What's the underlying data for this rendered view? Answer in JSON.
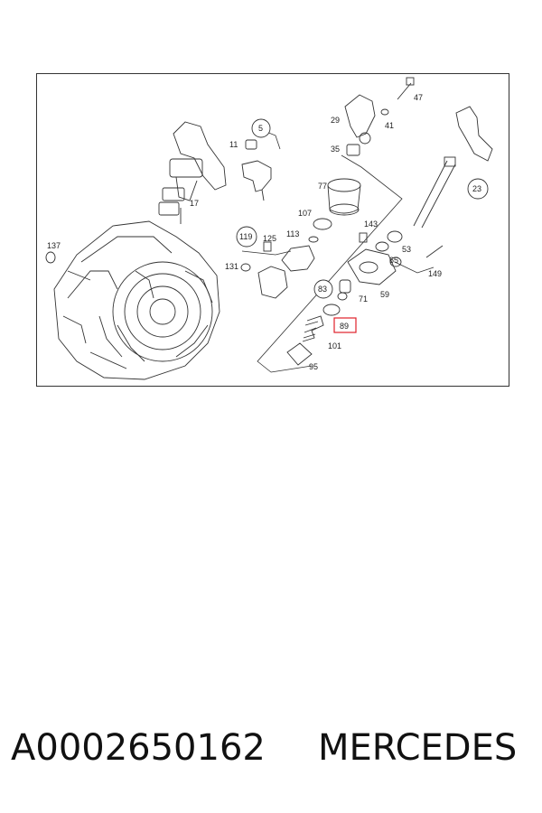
{
  "callouts": {
    "c47": "47",
    "c29": "29",
    "c41": "41",
    "c5": "5",
    "c11": "11",
    "c35": "35",
    "c77": "77",
    "c23": "23",
    "c17": "17",
    "c107": "107",
    "c143": "143",
    "c119": "119",
    "c125": "125",
    "c113": "113",
    "c53": "53",
    "c65": "65",
    "c149": "149",
    "c137": "137",
    "c131": "131",
    "c83": "83",
    "c71": "71",
    "c59": "59",
    "c89": "89",
    "c101": "101",
    "c95": "95"
  },
  "highlight_color": "#e0202a",
  "caption": {
    "part_number": "A0002650162",
    "brand": "MERCEDES"
  }
}
